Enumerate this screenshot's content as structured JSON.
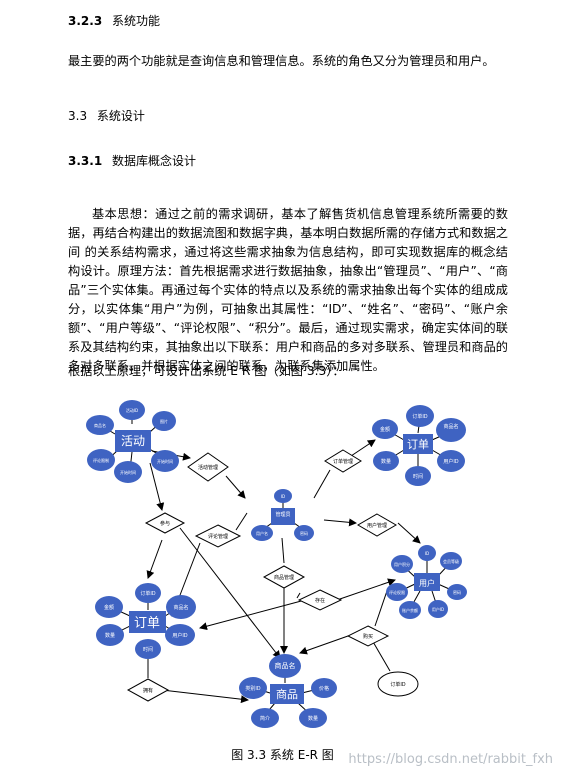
{
  "sections": {
    "s323": {
      "num": "3.2.3",
      "title": "系统功能"
    },
    "para1": "最主要的两个功能就是查询信息和管理信息。系统的角色又分为管理员和用户。",
    "s33": {
      "num": "3.3",
      "title": "系统设计"
    },
    "s331": {
      "num": "3.3.1",
      "title": "数据库概念设计"
    },
    "para2": "基本思想：通过之前的需求调研，基本了解售货机信息管理系统所需要的数据，再结合构建出的数据流图和数据字典，基本明白数据所需的存储方式和数据之间 的关系结构需求，通过将这些需求抽象为信息结构，即可实现数据库的概念结构设计。原理方法：首先根据需求进行数据抽象，抽象出“管理员”、“用户”、“商品”三个实体集。再通过每个实体的特点以及系统的需求抽象出每个实体的组成成分，以实体集“用户”为例，可抽象出其属性：“ID”、“姓名”、“密码”、“账户余额”、“用户等级”、“评论权限”、“积分”。最后，通过现实需求，确定实体间的联系及其结构约束，其抽象出以下联系：用户和商品的多对多联系、管理员和商品的多对多联系。并根据实体之间的联系，为联系集添加属性。",
    "para3": "根据以上原理，可设计出系统 E R 图（如图 3.3）：",
    "caption": "图 3.3 系统 E-R 图",
    "watermark": "https://blog.csdn.net/rabbit_fxh"
  },
  "er": {
    "entities": {
      "activity": "活动",
      "order_top": "订单",
      "admin": "管理员",
      "user": "用户",
      "order_left": "订单",
      "product": "商品"
    },
    "activity_attrs": [
      "活动ID",
      "图片",
      "商品名",
      "评论限制",
      "开始时间",
      "开始时间"
    ],
    "order_top_attrs": [
      "订单ID",
      "商品名",
      "金额",
      "用户ID",
      "数量",
      "时间"
    ],
    "admin_attrs": [
      "ID",
      "用户名",
      "密码"
    ],
    "user_attrs": [
      "ID",
      "会员等级",
      "用户积分",
      "评论权限",
      "密码",
      "账户余额",
      "用户ID"
    ],
    "order_left_attrs": [
      "订单ID",
      "金额",
      "商品名",
      "数量",
      "用户ID",
      "时间"
    ],
    "product_attrs": [
      "商品名",
      "类别ID",
      "价格",
      "简介",
      "数量"
    ],
    "relations": [
      "活动管理",
      "订单管理",
      "用户管理",
      "参与",
      "评论管理",
      "商品管理",
      "存在",
      "购买",
      "拥有"
    ],
    "extra_attr": "订单ID"
  }
}
